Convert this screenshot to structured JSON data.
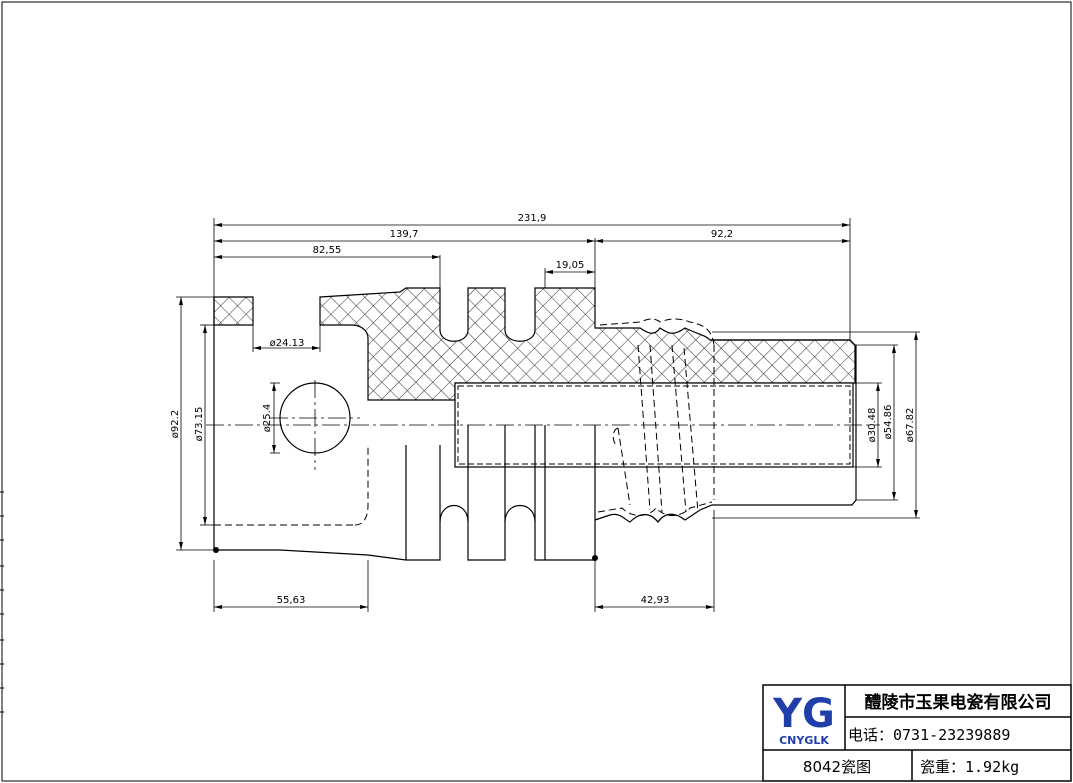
{
  "dimensions": {
    "overall_length": "231,9",
    "length_to_shed_end": "139,7",
    "head_length": "82,55",
    "shed_spacing": "19,05",
    "tail_length": "92,2",
    "base_length": "55,63",
    "thread_length": "42,93",
    "dia_outer": "ø92.2",
    "dia_inner": "ø73.15",
    "dia_top_hole": "ø24.13",
    "dia_cross_hole": "ø25.4",
    "dia_bore": "ø30.48",
    "dia_thread_root": "ø54.86",
    "dia_thread_outer": "ø67.82"
  },
  "title_block": {
    "logo_main": "YG",
    "logo_sub": "CNYGLK",
    "company": "醴陵市玉果电瓷有限公司",
    "phone": "电话：0731-23239889",
    "drawing_name": "8042瓷图",
    "weight": "瓷重：1.92kg",
    "logo_color": "#1f3ea8"
  }
}
